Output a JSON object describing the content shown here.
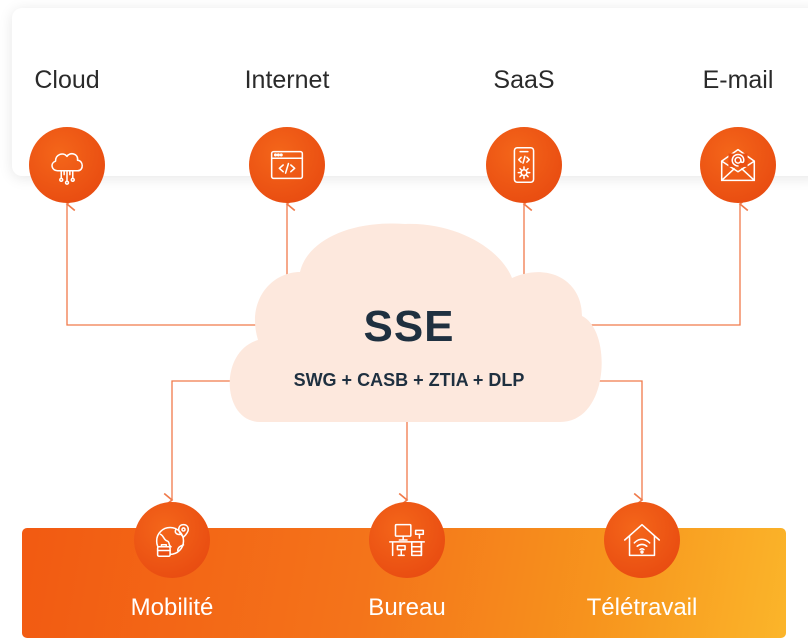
{
  "destinations": [
    {
      "label": "Cloud",
      "icon": "cloud-network-icon"
    },
    {
      "label": "Internet",
      "icon": "browser-code-icon"
    },
    {
      "label": "SaaS",
      "icon": "mobile-app-settings-icon"
    },
    {
      "label": "E-mail",
      "icon": "email-envelope-icon"
    }
  ],
  "hub": {
    "title": "SSE",
    "subtitle": "SWG + CASB + ZTIA + DLP"
  },
  "origins": [
    {
      "label": "Mobilité",
      "icon": "globe-location-briefcase-icon"
    },
    {
      "label": "Bureau",
      "icon": "office-desk-icon"
    },
    {
      "label": "Télétravail",
      "icon": "home-wifi-icon"
    }
  ],
  "colors": {
    "accent": "#ea4f12",
    "connector": "#f07a4a",
    "cloud_fill": "#fde8dd",
    "text_dark": "#1f3040",
    "band_start": "#f25a12",
    "band_end": "#fbb52a"
  }
}
